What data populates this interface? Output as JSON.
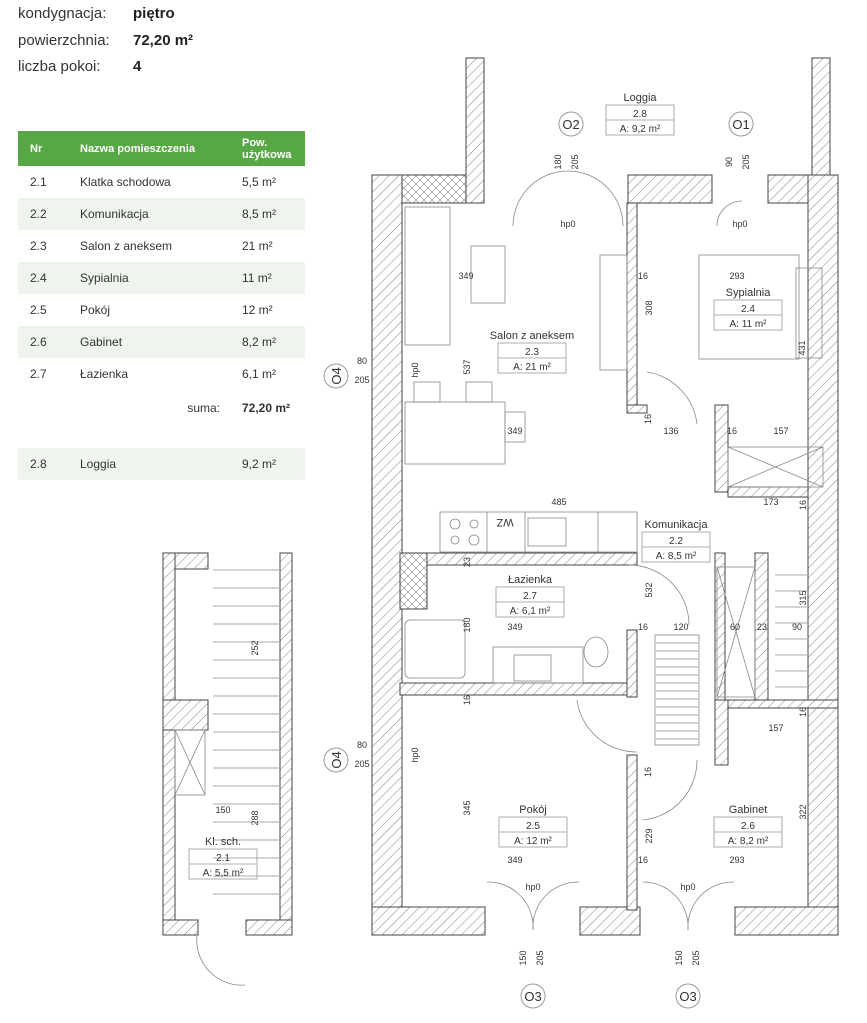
{
  "info": [
    {
      "label": "kondygnacja:",
      "value": "piętro"
    },
    {
      "label": "powierzchnia:",
      "value": "72,20 m²"
    },
    {
      "label": "liczba pokoi:",
      "value": "4"
    }
  ],
  "table": {
    "headers": [
      "Nr",
      "Nazwa pomieszczenia",
      "Pow. użytkowa"
    ],
    "rows": [
      {
        "nr": "2.1",
        "name": "Klatka schodowa",
        "area": "5,5 m²"
      },
      {
        "nr": "2.2",
        "name": "Komunikacja",
        "area": "8,5 m²"
      },
      {
        "nr": "2.3",
        "name": "Salon z aneksem",
        "area": "21 m²"
      },
      {
        "nr": "2.4",
        "name": "Sypialnia",
        "area": "11 m²"
      },
      {
        "nr": "2.5",
        "name": "Pokój",
        "area": "12 m²"
      },
      {
        "nr": "2.6",
        "name": "Gabinet",
        "area": "8,2 m²"
      },
      {
        "nr": "2.7",
        "name": "Łazienka",
        "area": "6,1 m²"
      }
    ],
    "sum_label": "suma:",
    "sum_value": "72,20 m²",
    "extra": {
      "nr": "2.8",
      "name": "Loggia",
      "area": "9,2 m²"
    }
  },
  "plan": {
    "rooms": [
      {
        "name": "Loggia",
        "nr": "2.8",
        "area": "A: 9,2 m²"
      },
      {
        "name": "Salon z aneksem",
        "nr": "2.3",
        "area": "A: 21 m²"
      },
      {
        "name": "Sypialnia",
        "nr": "2.4",
        "area": "A: 11 m²"
      },
      {
        "name": "Komunikacja",
        "nr": "2.2",
        "area": "A: 8,5 m²"
      },
      {
        "name": "Łazienka",
        "nr": "2.7",
        "area": "A: 6,1 m²"
      },
      {
        "name": "Pokój",
        "nr": "2.5",
        "area": "A: 12 m²"
      },
      {
        "name": "Gabinet",
        "nr": "2.6",
        "area": "A: 8,2 m²"
      },
      {
        "name": "Kl. sch.",
        "nr": "2.1",
        "area": "A: 5,5 m²"
      }
    ],
    "markers": [
      "O2",
      "O1",
      "O4",
      "O4",
      "O3",
      "O3"
    ],
    "dims": [
      "349",
      "16",
      "308",
      "293",
      "431",
      "537",
      "80",
      "205",
      "hp0",
      "349",
      "16",
      "136",
      "16",
      "157",
      "485",
      "173",
      "16",
      "23",
      "532",
      "180",
      "349",
      "16",
      "120",
      "60",
      "23",
      "90",
      "315",
      "16",
      "16",
      "157",
      "80",
      "205",
      "hp0",
      "345",
      "16",
      "322",
      "229",
      "349",
      "16",
      "293",
      "150",
      "205",
      "150",
      "205",
      "180",
      "205",
      "90",
      "205",
      "hp0",
      "hp0",
      "hp0",
      "hp0",
      "252",
      "150",
      "288",
      "WZ"
    ]
  }
}
